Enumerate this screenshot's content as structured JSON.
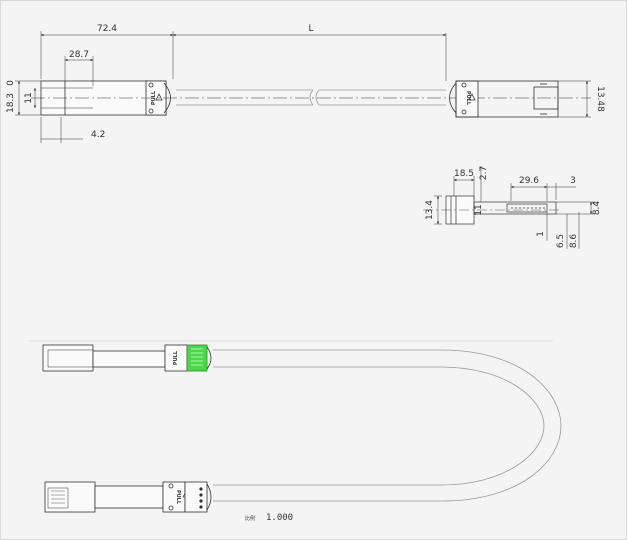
{
  "dimensions": {
    "overall_length": "72.4",
    "cable_length": "L",
    "inner_length": "28.7",
    "height_outer": "18.3",
    "height_tol": "0",
    "height_mid": "11",
    "end_offset": "4.2",
    "right_height": "13.48",
    "side_width_a": "18.5",
    "side_width_b": "2.7",
    "side_width_c": "29.6",
    "side_width_d": "3",
    "side_height": "13.4",
    "side_small": "11",
    "side_e": "1",
    "side_f": "6.5",
    "side_g": "8.6",
    "side_h": "8.4"
  },
  "labels": {
    "pull": "PULL",
    "scale_label": "比例",
    "scale_value": "1.000"
  },
  "colors": {
    "line": "#333333",
    "latch_green": "#4cd64c",
    "cable_outline": "#9a9a9a"
  }
}
